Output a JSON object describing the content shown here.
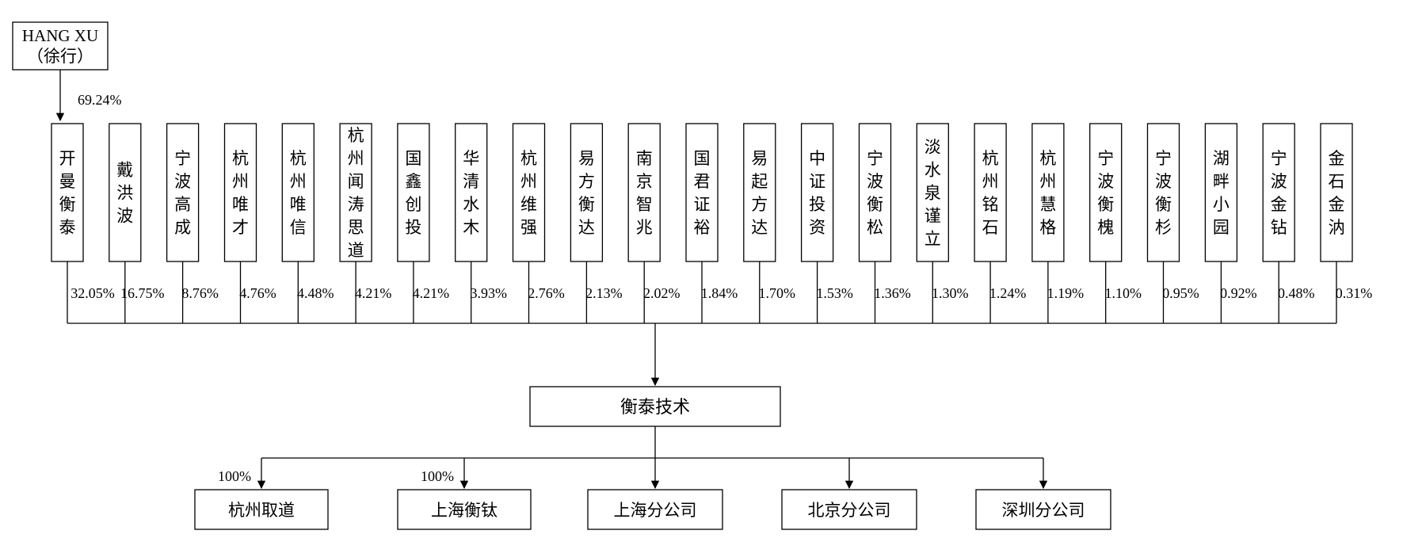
{
  "top_holder": {
    "name_line1": "HANG XU",
    "name_line2": "（徐行）",
    "percent": "69.24%",
    "target_index": 0
  },
  "shareholders": [
    {
      "name": "开曼衡泰",
      "percent": "32.05%"
    },
    {
      "name": "戴洪波",
      "percent": "16.75%"
    },
    {
      "name": "宁波高成",
      "percent": "8.76%"
    },
    {
      "name": "杭州唯才",
      "percent": "4.76%"
    },
    {
      "name": "杭州唯信",
      "percent": "4.48%"
    },
    {
      "name": "杭州闻涛思道",
      "percent": "4.21%"
    },
    {
      "name": "国鑫创投",
      "percent": "4.21%"
    },
    {
      "name": "华清水木",
      "percent": "3.93%"
    },
    {
      "name": "杭州维强",
      "percent": "2.76%"
    },
    {
      "name": "易方衡达",
      "percent": "2.13%"
    },
    {
      "name": "南京智兆",
      "percent": "2.02%"
    },
    {
      "name": "国君证裕",
      "percent": "1.84%"
    },
    {
      "name": "易起方达",
      "percent": "1.70%"
    },
    {
      "name": "中证投资",
      "percent": "1.53%"
    },
    {
      "name": "宁波衡松",
      "percent": "1.36%"
    },
    {
      "name": "淡水泉谨立",
      "percent": "1.30%"
    },
    {
      "name": "杭州铭石",
      "percent": "1.24%"
    },
    {
      "name": "杭州慧格",
      "percent": "1.19%"
    },
    {
      "name": "宁波衡槐",
      "percent": "1.10%"
    },
    {
      "name": "宁波衡杉",
      "percent": "0.95%"
    },
    {
      "name": "湖畔小园",
      "percent": "0.92%"
    },
    {
      "name": "宁波金钻",
      "percent": "0.48%"
    },
    {
      "name": "金石金汭",
      "percent": "0.31%"
    }
  ],
  "company": {
    "name": "衡泰技术"
  },
  "subsidiaries": [
    {
      "name": "杭州取道",
      "percent": "100%"
    },
    {
      "name": "上海衡钛",
      "percent": "100%"
    },
    {
      "name": "上海分公司",
      "percent": ""
    },
    {
      "name": "北京分公司",
      "percent": ""
    },
    {
      "name": "深圳分公司",
      "percent": ""
    }
  ],
  "colors": {
    "line": "#000000",
    "box_fill": "#ffffff",
    "text": "#000000"
  }
}
